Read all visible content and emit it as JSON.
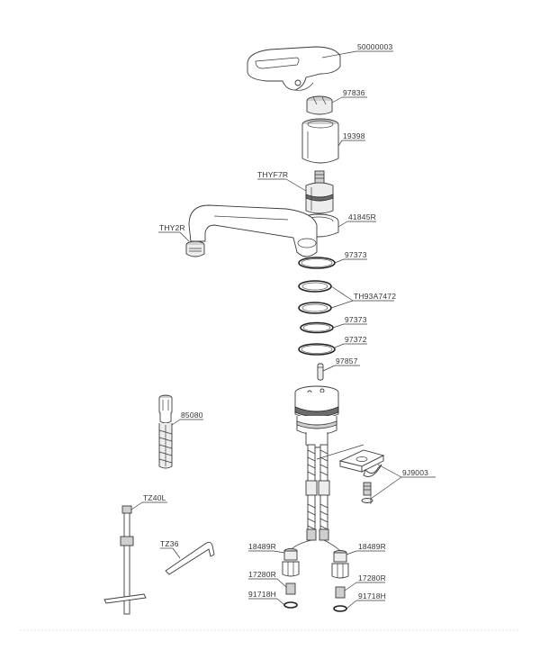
{
  "parts": {
    "lever": "50000003",
    "adapter": "97836",
    "cover": "19398",
    "cartridge": "THYF7R",
    "ring_nut": "41845R",
    "aerator": "THY2R",
    "oring_a": "97373",
    "gasket_pair": "TH93A7472",
    "oring_b": "97373",
    "oring_c": "97372",
    "pin": "97857",
    "tool": "85080",
    "fixing_set": "9J9003",
    "rod": "TZ40L",
    "key": "TZ36",
    "nipple_left": "18489R",
    "nipple_right": "18489R",
    "nut_left": "17280R",
    "nut_right": "17280R",
    "washer_left": "91718H",
    "washer_right": "91718H"
  }
}
